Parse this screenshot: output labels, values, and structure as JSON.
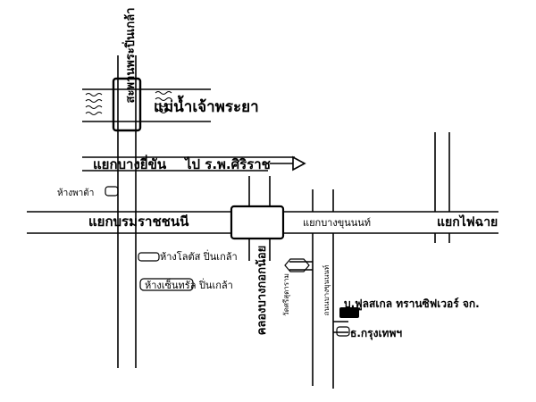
{
  "labels": {
    "bridge": "สะพานพระปิ่นเกล้า",
    "river": "แม่น้ำเจ้าพระยา",
    "bang_yi_khan": "แยกบางยี่ขัน",
    "to_siriraj": "ไป ร.พ.ศิริราช",
    "pata": "ห้างพาต้า",
    "borom": "แยกบรมราชชนนี",
    "bang_khun_non": "แยกบางขุนนนท์",
    "fai_chai": "แยกไฟฉาย",
    "lotus": "ห้างโลตัส ปิ่นเกล้า",
    "central": "ห้างเซ็นทรัล ปิ่นเกล้า",
    "canal": "คลองบางกอกน้อย",
    "temple": "วัดศรีสุดาราม",
    "soi": "ถนนบางขุนนนท์",
    "company": "บ.ฟูลสเกล ทรานซิฟเวอร์ จก.",
    "bank": "ธ.กรุงเทพฯ"
  }
}
